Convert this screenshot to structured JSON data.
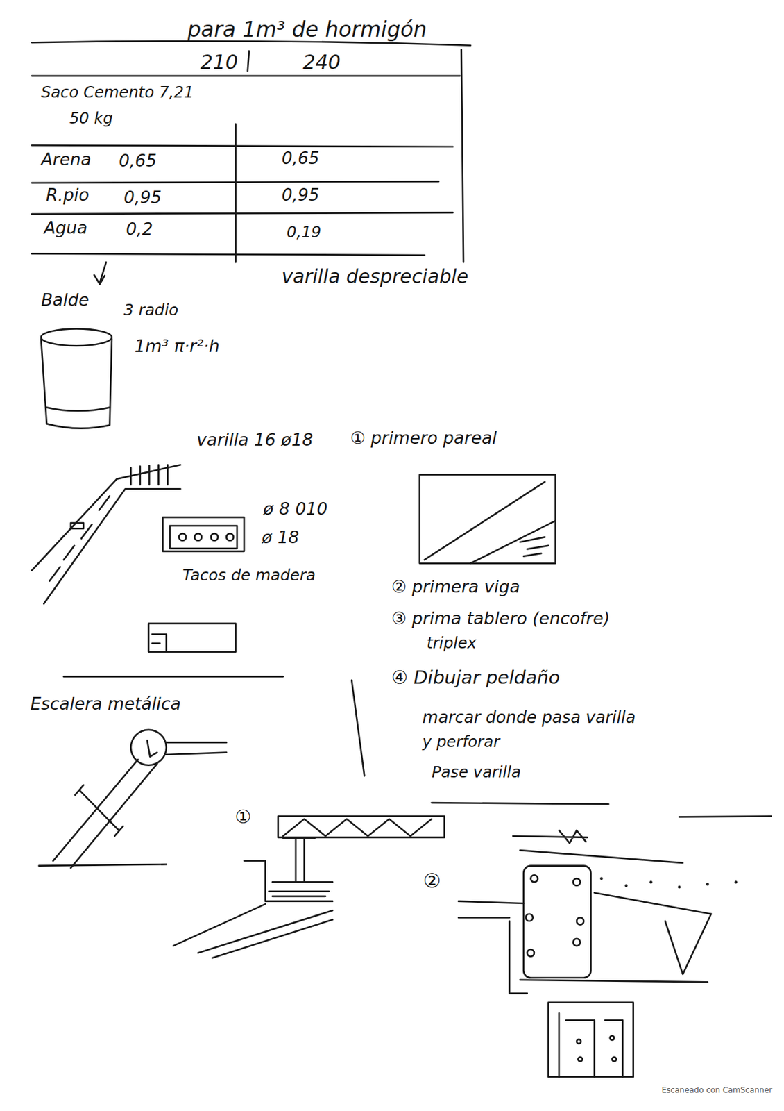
{
  "diagram": {
    "title": "para 1m³ de hormigón",
    "labels": [
      "210",
      "240",
      "Saco Cemento 7,21",
      "50 kg",
      "Arena",
      "0,65",
      "0,65",
      "R.pio",
      "0,95",
      "0,95",
      "Agua",
      "0,2",
      "0,19",
      "varilla despreciable",
      "Balde",
      "3 radio",
      "1m³ π·r²·h",
      "varilla 16 ø18",
      "① primero pareal",
      "ø 8 010",
      "ø 18",
      "Tacos de madera",
      "② primera viga",
      "③ prima tablero (encofre)",
      "triplex",
      "④ Dibujar peldaño",
      "marcar donde pasa varilla",
      "y perforar",
      "Pase varilla",
      "Escalera metálica",
      "①",
      "②",
      "Escaneado con CamScanner"
    ]
  }
}
